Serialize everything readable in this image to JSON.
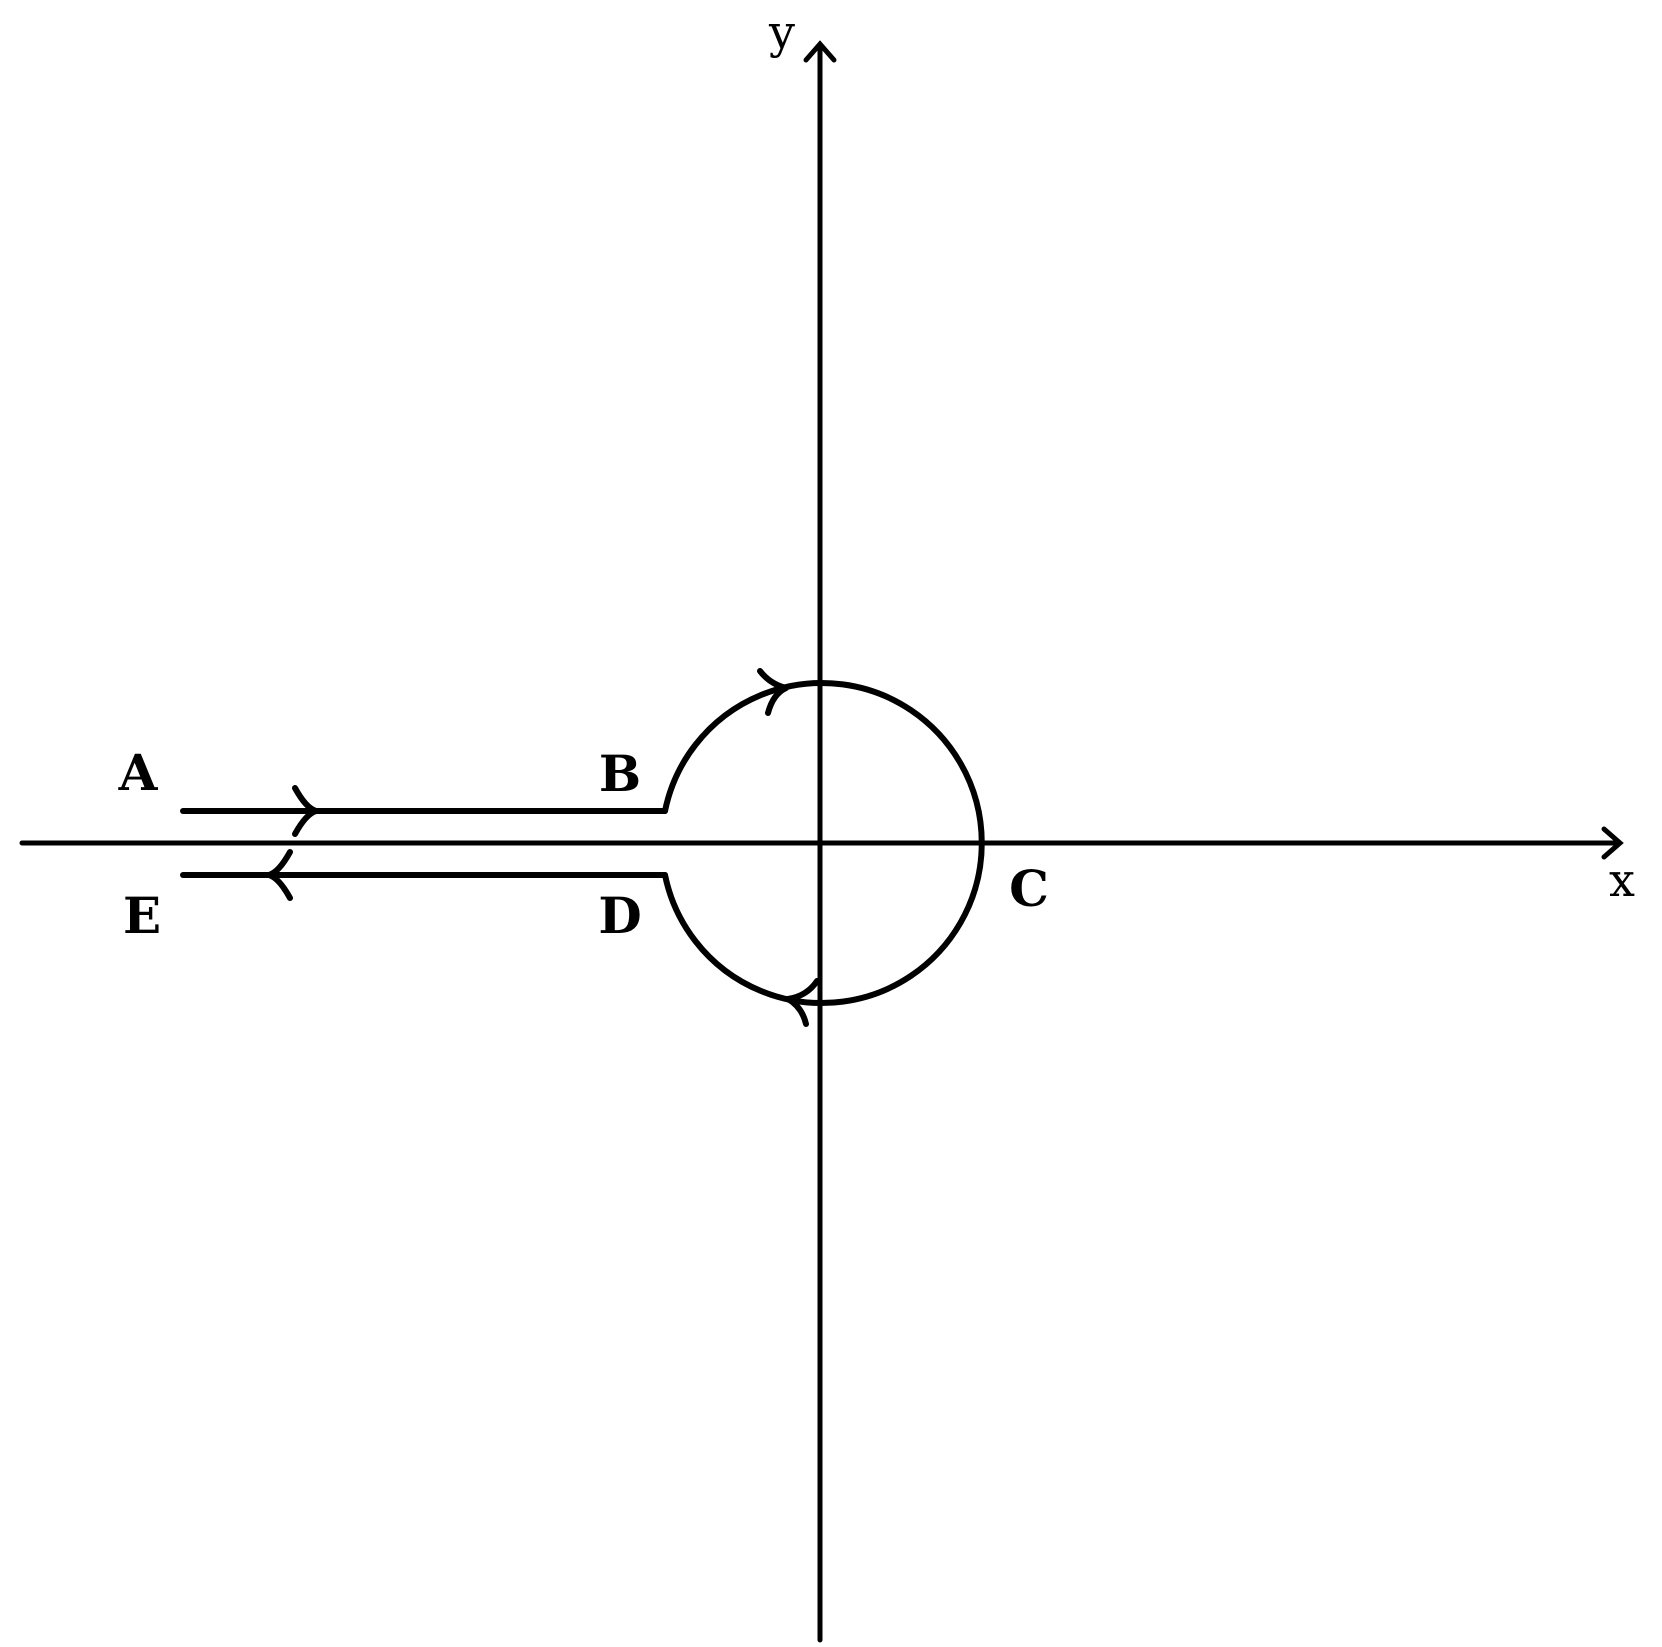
{
  "axes": {
    "x_label": "x",
    "y_label": "y"
  },
  "points": {
    "A": "A",
    "B": "B",
    "C": "C",
    "D": "D",
    "E": "E"
  },
  "colors": {
    "stroke": "#000000",
    "background": "#ffffff"
  }
}
